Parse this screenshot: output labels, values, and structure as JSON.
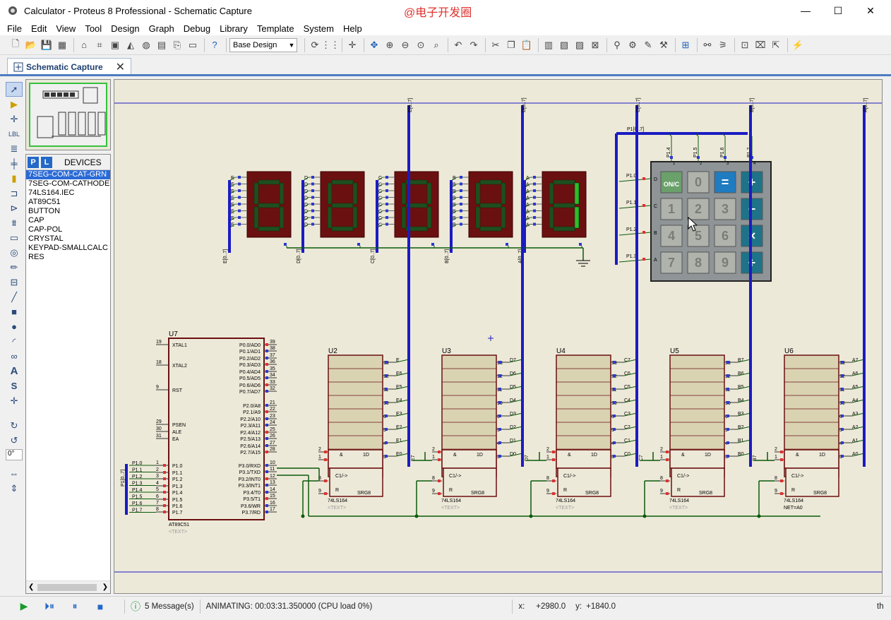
{
  "window": {
    "title": "Calculator - Proteus 8 Professional - Schematic Capture",
    "watermark": "@电子开发圈",
    "minimize": "—",
    "maximize": "☐",
    "close": "✕"
  },
  "menu": [
    "File",
    "Edit",
    "View",
    "Tool",
    "Design",
    "Graph",
    "Debug",
    "Library",
    "Template",
    "System",
    "Help"
  ],
  "toolbar": {
    "design_combo": "Base Design"
  },
  "tab": {
    "label": "Schematic Capture",
    "close": "✕"
  },
  "toolstrip": {
    "angle": "0°"
  },
  "devices": {
    "p_label": "P",
    "l_label": "L",
    "title": "DEVICES",
    "items": [
      "7SEG-COM-CAT-GRN",
      "7SEG-COM-CATHODE",
      "74LS164.IEC",
      "AT89C51",
      "BUTTON",
      "CAP",
      "CAP-POL",
      "CRYSTAL",
      "KEYPAD-SMALLCALC",
      "RES"
    ]
  },
  "schematic": {
    "display_buses": [
      "E[0..7]",
      "D[0..7]",
      "C[0..7]",
      "B[0..7]",
      "A[0..7]"
    ],
    "display_pin_letters": [
      "E",
      "D",
      "C",
      "B",
      "A"
    ],
    "keypad": {
      "bus": "P1[0..7]",
      "col_labels": [
        "P1.4",
        "P1.5",
        "P1.6",
        "P1.7"
      ],
      "col_numbers": [
        "1",
        "2",
        "3",
        "4"
      ],
      "row_labels": [
        "P1.0",
        "P1.1",
        "P1.2",
        "P1.3"
      ],
      "row_letters": [
        "D",
        "C",
        "B",
        "A"
      ],
      "keys": [
        [
          "ON/C",
          "0",
          "=",
          "+"
        ],
        [
          "1",
          "2",
          "3",
          "−"
        ],
        [
          "4",
          "5",
          "6",
          "×"
        ],
        [
          "7",
          "8",
          "9",
          "÷"
        ]
      ]
    },
    "mcu": {
      "ref": "U7",
      "part": "AT89C51",
      "text": "<TEXT>",
      "left_pins": [
        {
          "num": "19",
          "name": "XTAL1"
        },
        {
          "num": "18",
          "name": "XTAL2"
        },
        {
          "num": "9",
          "name": "RST"
        },
        {
          "num": "29",
          "name": "PSEN"
        },
        {
          "num": "30",
          "name": "ALE"
        },
        {
          "num": "31",
          "name": "EA"
        },
        {
          "num": "1",
          "name": "P1.0"
        },
        {
          "num": "2",
          "name": "P1.1"
        },
        {
          "num": "3",
          "name": "P1.2"
        },
        {
          "num": "4",
          "name": "P1.3"
        },
        {
          "num": "5",
          "name": "P1.4"
        },
        {
          "num": "6",
          "name": "P1.5"
        },
        {
          "num": "7",
          "name": "P1.6"
        },
        {
          "num": "8",
          "name": "P1.7"
        }
      ],
      "right_pins": [
        {
          "num": "39",
          "name": "P0.0/AD0"
        },
        {
          "num": "38",
          "name": "P0.1/AD1"
        },
        {
          "num": "37",
          "name": "P0.2/AD2"
        },
        {
          "num": "36",
          "name": "P0.3/AD3"
        },
        {
          "num": "35",
          "name": "P0.4/AD4"
        },
        {
          "num": "34",
          "name": "P0.5/AD5"
        },
        {
          "num": "33",
          "name": "P0.6/AD6"
        },
        {
          "num": "32",
          "name": "P0.7/AD7"
        },
        {
          "num": "21",
          "name": "P2.0/A8"
        },
        {
          "num": "22",
          "name": "P2.1/A9"
        },
        {
          "num": "23",
          "name": "P2.2/A10"
        },
        {
          "num": "24",
          "name": "P2.3/A11"
        },
        {
          "num": "25",
          "name": "P2.4/A12"
        },
        {
          "num": "26",
          "name": "P2.5/A13"
        },
        {
          "num": "27",
          "name": "P2.6/A14"
        },
        {
          "num": "28",
          "name": "P2.7/A15"
        },
        {
          "num": "10",
          "name": "P3.0/RXD"
        },
        {
          "num": "11",
          "name": "P3.1/TXD"
        },
        {
          "num": "12",
          "name": "P3.2/INT0"
        },
        {
          "num": "13",
          "name": "P3.3/INT1"
        },
        {
          "num": "14",
          "name": "P3.4/T0"
        },
        {
          "num": "15",
          "name": "P3.5/T1"
        },
        {
          "num": "16",
          "name": "P3.6/WR"
        },
        {
          "num": "17",
          "name": "P3.7/RD"
        }
      ],
      "p1_bus": "P1[0..7]"
    },
    "shift_registers": [
      {
        "ref": "U2",
        "bus": "E[0..7]",
        "prefix": "E",
        "last_out": "E7",
        "part": "74LS164",
        "extra": "<TEXT>"
      },
      {
        "ref": "U3",
        "bus": "D[0..7]",
        "prefix": "D",
        "last_out": "D7",
        "part": "74LS164",
        "extra": "<TEXT>"
      },
      {
        "ref": "U4",
        "bus": "C[0..7]",
        "prefix": "C",
        "last_out": "C7",
        "part": "74LS164",
        "extra": "<TEXT>"
      },
      {
        "ref": "U5",
        "bus": "B[0..7]",
        "prefix": "B",
        "last_out": "B7",
        "part": "74LS164",
        "extra": "<TEXT>"
      },
      {
        "ref": "U6",
        "bus": "A[0..7]",
        "prefix": "A",
        "last_out": "",
        "part": "74LS164",
        "extra": "NET=A0"
      }
    ],
    "sr_out_pins": [
      "13",
      "12",
      "11",
      "10",
      "6",
      "5",
      "4",
      "3"
    ],
    "sr_in_pins": [
      "2",
      "1",
      "8",
      "9"
    ],
    "sr_internal": {
      "amp": "&",
      "d": "1D",
      "clk": "C1/->",
      "r": "R",
      "srg": "SRG8"
    }
  },
  "status": {
    "messages": "5 Message(s)",
    "animating": "ANIMATING: 00:03:31.350000 (CPU load 0%)",
    "x_label": "x:",
    "x_value": "+2980.0",
    "y_label": "y:",
    "y_value": "+1840.0",
    "th": "th"
  },
  "colors": {
    "accent": "#2468c8",
    "bus": "#1b1bc2",
    "wire": "#0a5a0a",
    "segment_on": "#29c029",
    "segment_off": "#1f4f1f",
    "display_bg": "#6b1010",
    "keypad_body": "#8f9496",
    "key_blue": "#1f7cc0",
    "key_teal": "#1f7388"
  }
}
